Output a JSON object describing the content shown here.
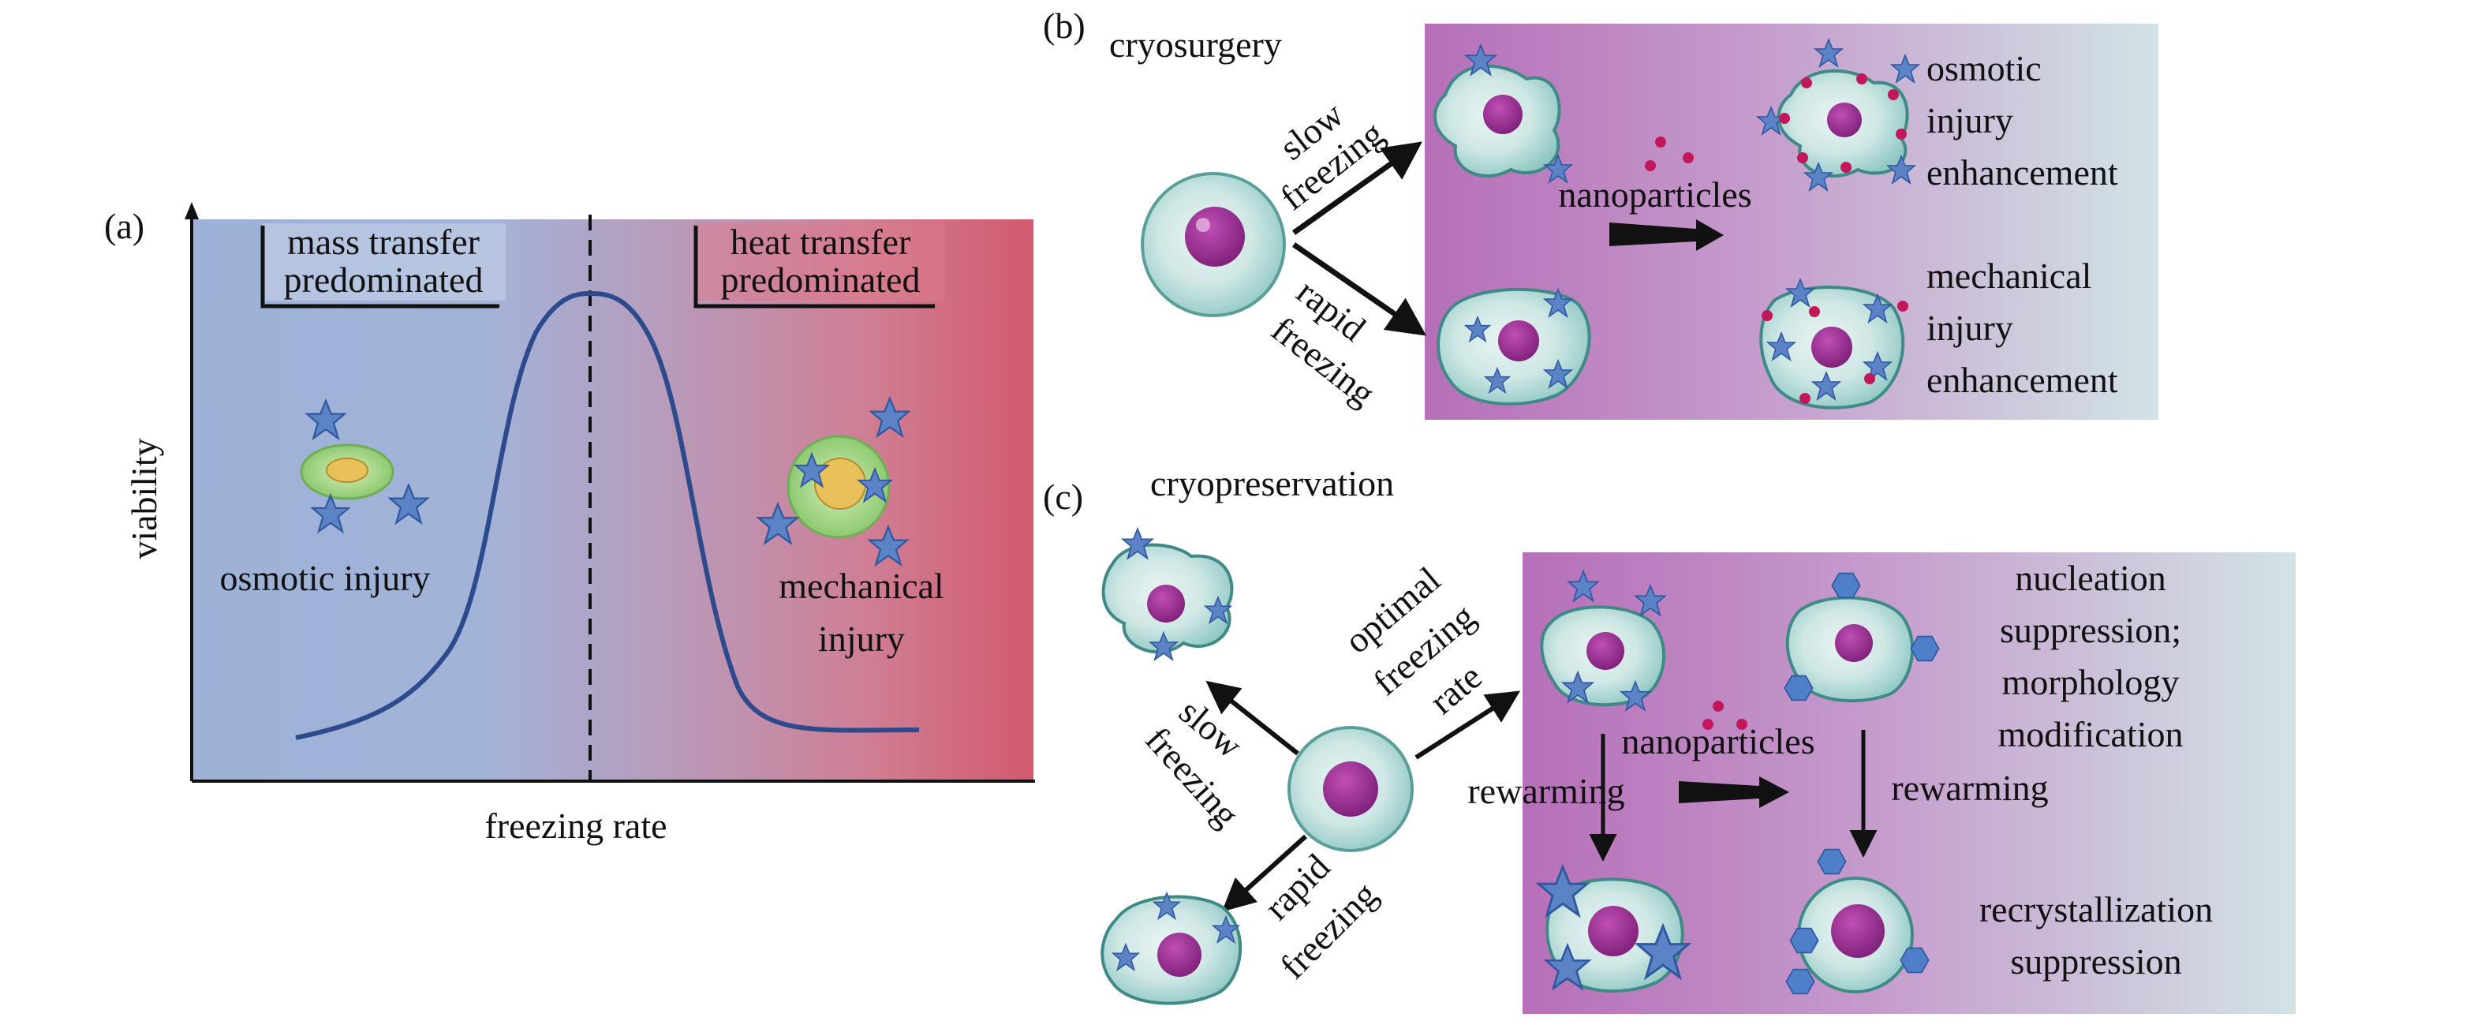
{
  "panel_a": {
    "label": "(a)",
    "y_axis_label": "viability",
    "x_axis_label": "freezing rate",
    "left_box": [
      "mass transfer",
      "predominated"
    ],
    "right_box": [
      "heat transfer",
      "predominated"
    ],
    "left_injury": "osmotic injury",
    "right_injury": [
      "mechanical",
      "injury"
    ],
    "colors": {
      "cold": "#9db2d6",
      "hot": "#d35a6e",
      "curve": "#2c4a8c"
    }
  },
  "panel_b": {
    "label": "(b)",
    "title": "cryosurgery",
    "slow": [
      "slow",
      "freezing"
    ],
    "rapid": [
      "rapid",
      "freezing"
    ],
    "nanoparticles": "nanoparticles",
    "top_result": [
      "osmotic",
      "injury",
      "enhancement"
    ],
    "bottom_result": [
      "mechanical",
      "injury",
      "enhancement"
    ]
  },
  "panel_c": {
    "label": "(c)",
    "title": "cryopreservation",
    "slow": [
      "slow",
      "freezing"
    ],
    "rapid": [
      "rapid",
      "freezing"
    ],
    "optimal": [
      "optimal",
      "freezing",
      "rate"
    ],
    "rewarming_left": "rewarming",
    "rewarming_right": "rewarming",
    "nanoparticles": "nanoparticles",
    "top_result": [
      "nucleation",
      "suppression;",
      "morphology",
      "modification"
    ],
    "bottom_result": [
      "recrystallization",
      "suppression"
    ]
  },
  "colors": {
    "panel_bg_start": "#b66fb8",
    "panel_bg_end": "#cfe1e3",
    "nucleus": "#8e2a86",
    "cell": "#8fc8c4",
    "ice": "#4f7fc9",
    "particle": "#c2185b"
  },
  "icons": {
    "ice": "star-ice-crystal",
    "particle": "nanoparticle-dot",
    "hex": "hexagon-ice-nucleus"
  }
}
